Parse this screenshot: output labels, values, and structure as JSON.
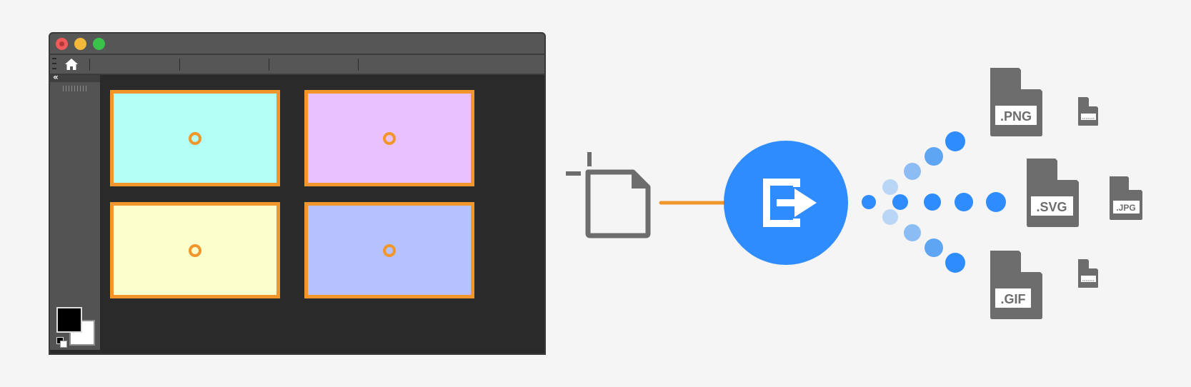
{
  "colors": {
    "background": "#f5f5f5",
    "window_frame": "#2a2a2a",
    "window_bar": "#565656",
    "panel": "#535353",
    "artboard_border": "#f0962a",
    "connector": "#f0962a",
    "export_circle": "#2f8cff",
    "file_gray": "#6d6d6d",
    "dot_dark": "#2f8cff",
    "dot_mid": "#5ea6f4",
    "dot_light": "#b9d6f6"
  },
  "window": {
    "traffic_lights": [
      "close",
      "minimize",
      "maximize"
    ],
    "toolbar_icon": "home-icon",
    "panel_icon": "double-chevron-left-icon",
    "panel_toggle_glyph": "«",
    "swatches": {
      "foreground": "#000000",
      "background": "#ffffff"
    }
  },
  "artboards": [
    {
      "name": "artboard-top-left",
      "fill": "#b2fff6"
    },
    {
      "name": "artboard-top-right",
      "fill": "#eac1ff"
    },
    {
      "name": "artboard-bottom-left",
      "fill": "#fbffcc"
    },
    {
      "name": "artboard-bottom-right",
      "fill": "#b6c2ff"
    }
  ],
  "pipeline": {
    "source_icon": "artboard-document-icon",
    "export_icon": "export-arrow-icon"
  },
  "outputs": {
    "large_files": [
      {
        "label": ".PNG",
        "icon": "png-file-icon"
      },
      {
        "label": ".SVG",
        "icon": "svg-file-icon"
      },
      {
        "label": ".GIF",
        "icon": "gif-file-icon"
      }
    ],
    "small_files": [
      {
        "label": "",
        "icon": "small-file-icon"
      },
      {
        "label": ".JPG",
        "icon": "jpg-file-icon"
      },
      {
        "label": "",
        "icon": "small-file-icon"
      }
    ]
  }
}
